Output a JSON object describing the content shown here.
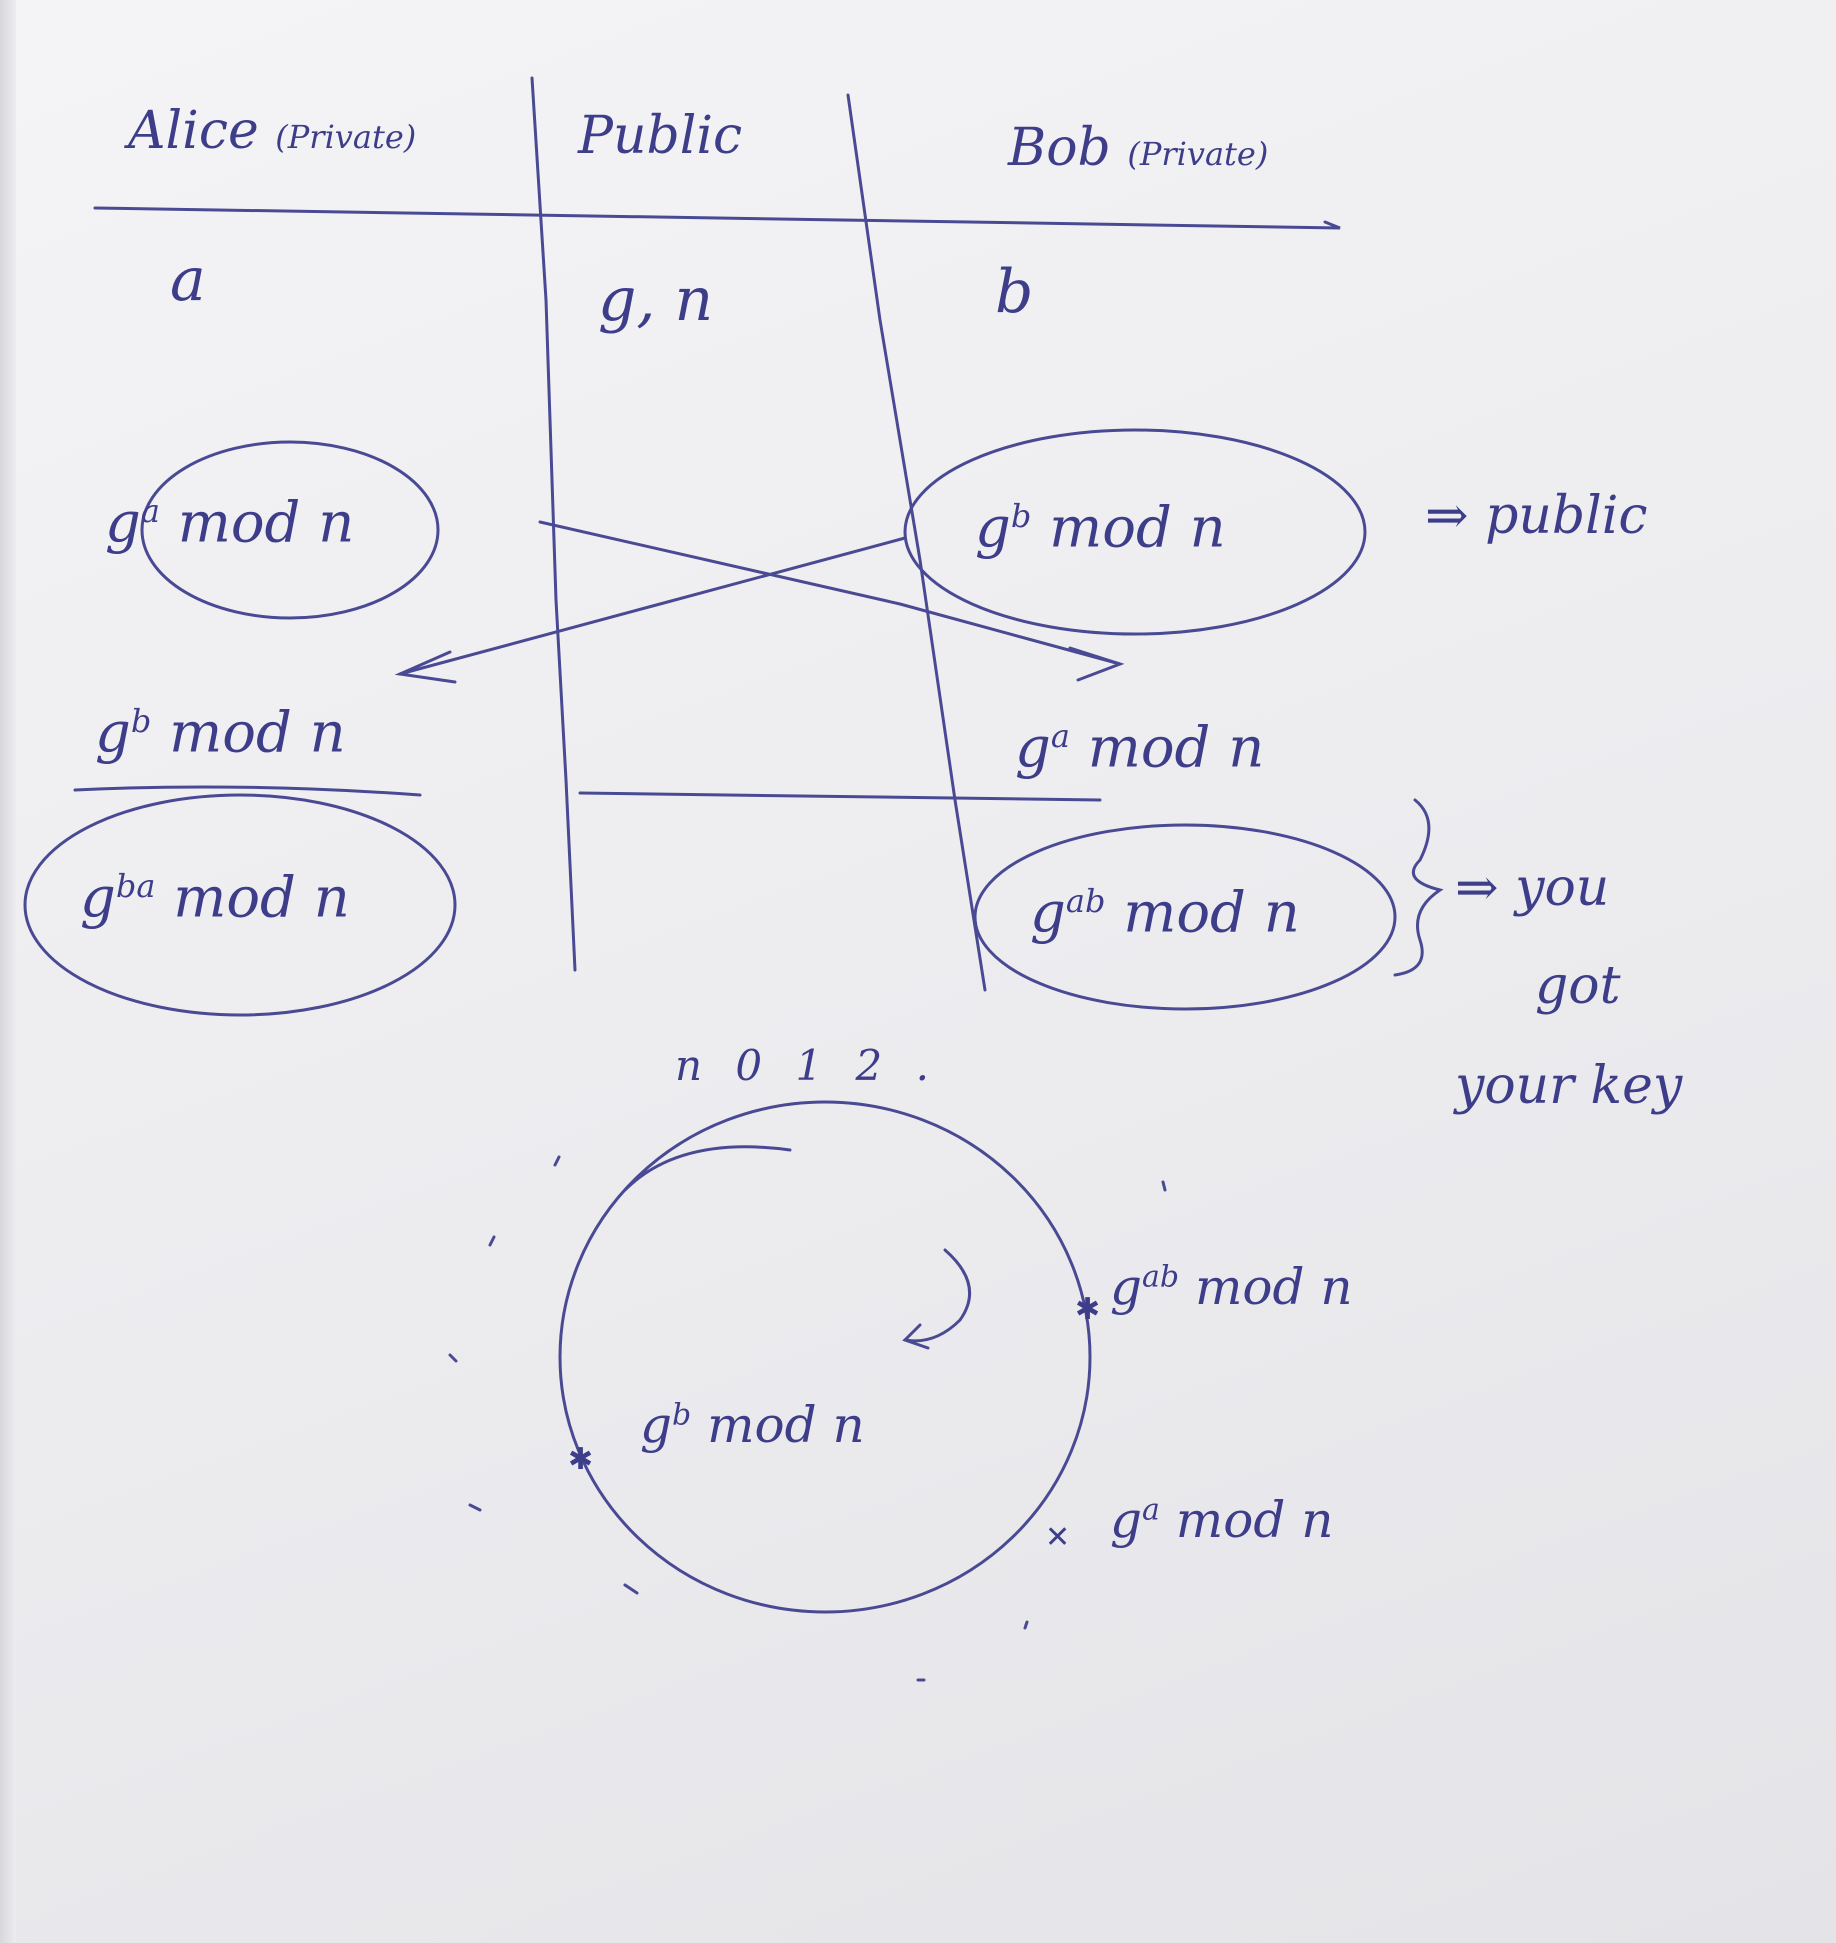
{
  "header": {
    "alice": "Alice",
    "alice_tag": "(Private)",
    "public": "Public",
    "bob": "Bob",
    "bob_tag": "(Private)"
  },
  "row1": {
    "alice": "a",
    "public": "g, n",
    "bob": "b"
  },
  "row2": {
    "alice_base": "g",
    "alice_exp": "a",
    "alice_rest": " mod n",
    "bob_base": "g",
    "bob_exp": "b",
    "bob_rest": " mod n",
    "public_note": "⇒ public"
  },
  "row3": {
    "alice_base": "g",
    "alice_exp": "b",
    "alice_rest": " mod n",
    "bob_base": "g",
    "bob_exp": "a",
    "bob_rest": " mod n"
  },
  "row4": {
    "alice_base": "g",
    "alice_exp": "ba",
    "alice_rest": " mod n",
    "bob_base": "g",
    "bob_exp": "ab",
    "bob_rest": " mod n",
    "key_note_1": "⇒ you",
    "key_note_2": "got",
    "key_note_3": "your key"
  },
  "circle": {
    "top_labels": "n 0 1 2 .",
    "p1_base": "g",
    "p1_exp": "ab",
    "p1_rest": " mod n",
    "p2_base": "g",
    "p2_exp": "b",
    "p2_rest": " mod n",
    "p3_base": "g",
    "p3_exp": "a",
    "p3_rest": " mod n"
  }
}
